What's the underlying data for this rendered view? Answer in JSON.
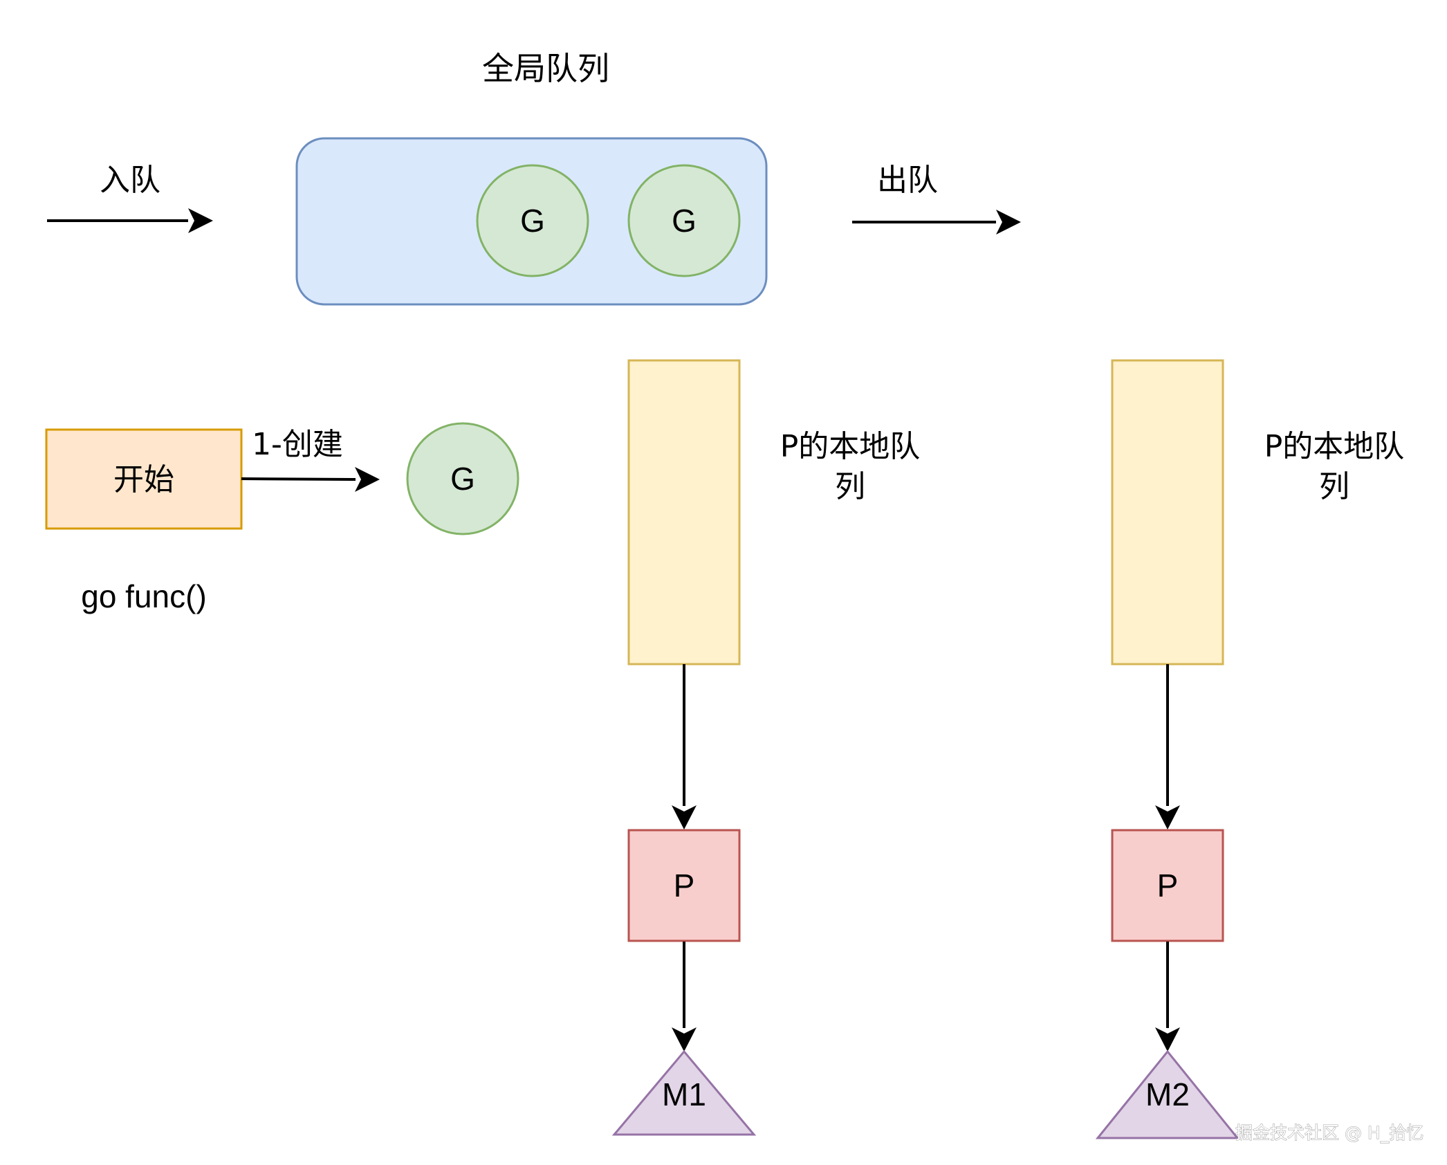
{
  "title": "全局队列",
  "colors": {
    "queue_fill": "#dae8fc",
    "queue_stroke": "#6c8ebf",
    "g_fill": "#d5e8d4",
    "g_stroke": "#82b366",
    "local_fill": "#fff2cc",
    "local_stroke": "#d6b656",
    "start_fill": "#ffe6cc",
    "start_stroke": "#d79b00",
    "p_fill": "#f8cecc",
    "p_stroke": "#b85450",
    "m_fill": "#e1d5e7",
    "m_stroke": "#9673a6",
    "edge": "#000000"
  },
  "global_queue": {
    "enqueue_label": "入队",
    "dequeue_label": "出队",
    "goroutines": [
      "G",
      "G"
    ]
  },
  "start": {
    "label": "开始",
    "create_edge_label": "1-创建",
    "caption": "go func()",
    "new_goroutine": "G"
  },
  "processors": [
    {
      "local_queue_label_line1": "P的本地队",
      "local_queue_label_line2": "列",
      "p_label": "P",
      "m_label": "M1"
    },
    {
      "local_queue_label_line1": "P的本地队",
      "local_queue_label_line2": "列",
      "p_label": "P",
      "m_label": "M2"
    }
  ],
  "watermark": "掘金技术社区 @ H_拾忆"
}
